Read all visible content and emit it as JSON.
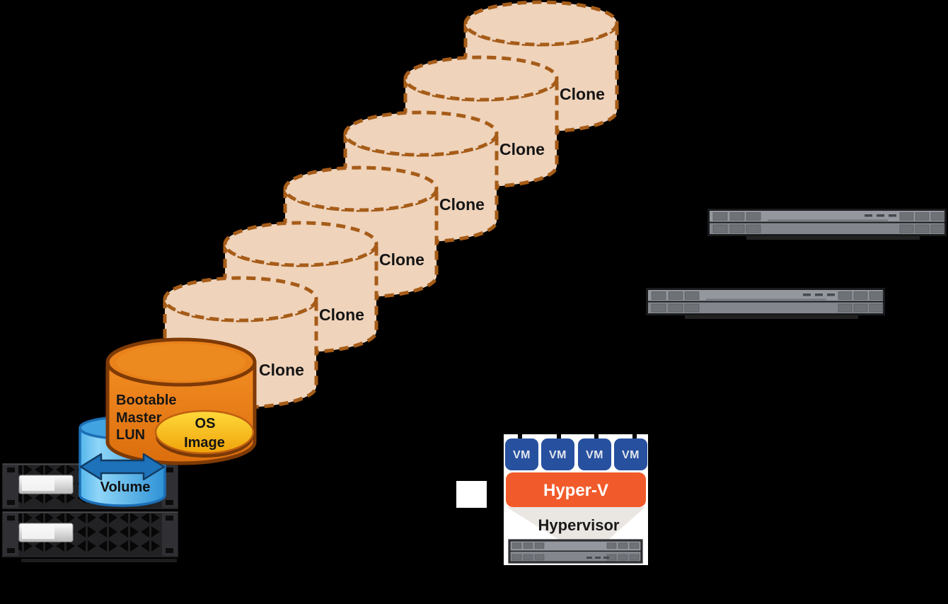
{
  "colors": {
    "background": "#000000",
    "clone_fill": "#EFD3BB",
    "clone_stroke": "#A65C18",
    "lun_border": "#7E3A06",
    "os_border": "#C05E10",
    "volume_border": "#1C6FB5",
    "arrow_fill": "#1D72B9",
    "panel_fill": "#FFFFFF",
    "vm_fill": "#27509F",
    "hyperv_fill": "#F15B2B",
    "funnel_fill": "#EAE6E2"
  },
  "clones": {
    "label": "Clone",
    "count": 6
  },
  "master_lun": {
    "line1": "Bootable",
    "line2": "Master",
    "line3": "LUN"
  },
  "os_image": {
    "line1": "OS",
    "line2": "Image"
  },
  "volume": {
    "label": "Volume"
  },
  "hyperv_stack": {
    "vm_label": "VM",
    "vm_count": 4,
    "platform_label": "Hyper-V",
    "layer_label": "Hypervisor"
  }
}
